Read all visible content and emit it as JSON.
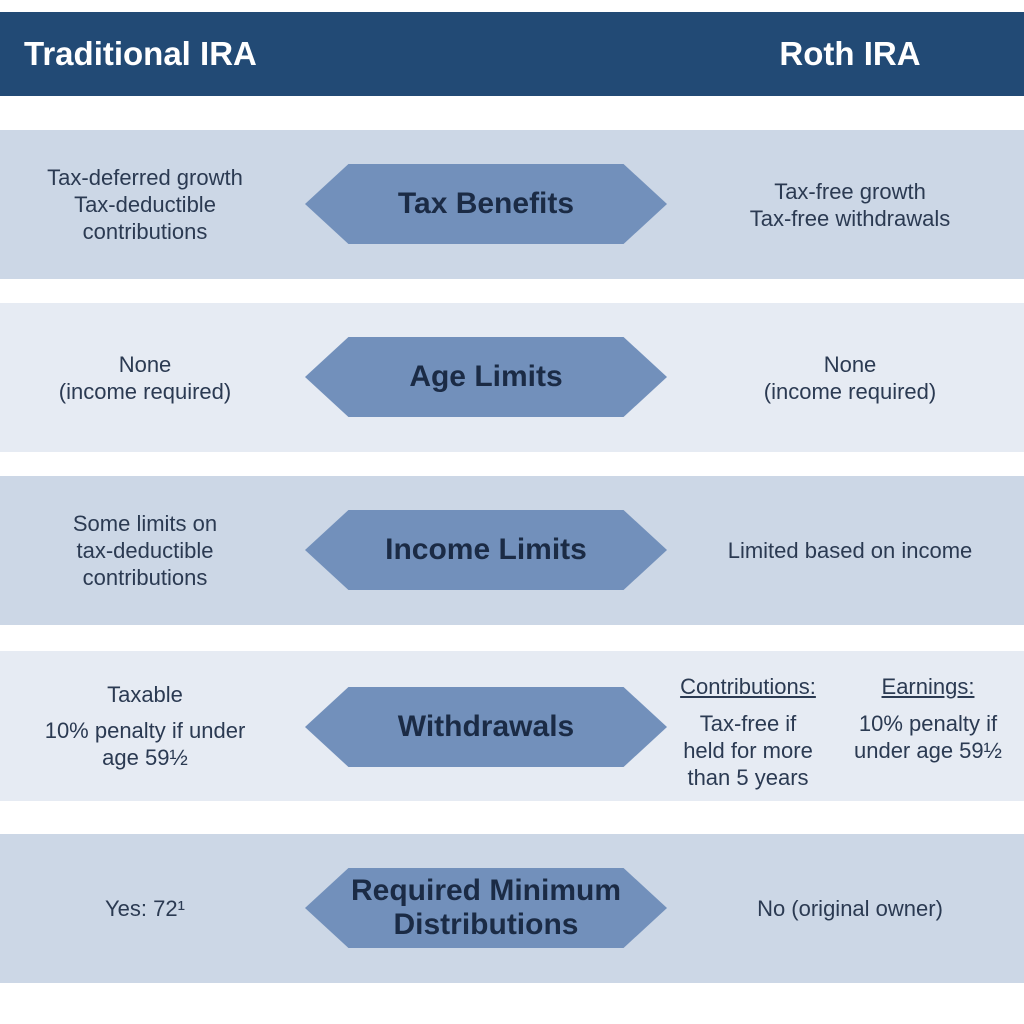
{
  "header": {
    "left_title": "Traditional IRA",
    "right_title": "Roth IRA"
  },
  "rows": [
    {
      "label": "Tax Benefits",
      "traditional": [
        "Tax-deferred growth",
        "Tax-deductible",
        "contributions"
      ],
      "roth": [
        "Tax-free growth",
        "Tax-free withdrawals"
      ]
    },
    {
      "label": "Age Limits",
      "traditional": [
        "None",
        "(income required)"
      ],
      "roth": [
        "None",
        "(income required)"
      ]
    },
    {
      "label": "Income Limits",
      "traditional": [
        "Some limits on",
        "tax-deductible",
        "contributions"
      ],
      "roth": [
        "Limited based on income"
      ]
    },
    {
      "label": "Withdrawals",
      "traditional": [
        "Taxable",
        "10% penalty if under",
        "age 59½"
      ],
      "roth_contributions": {
        "heading": "Contributions:",
        "lines": [
          "Tax-free if",
          "held for more",
          "than 5 years"
        ]
      },
      "roth_earnings": {
        "heading": "Earnings:",
        "lines": [
          "10% penalty if",
          "under age 59½"
        ]
      }
    },
    {
      "label": "Required Minimum\nDistributions",
      "traditional": [
        "Yes: 72¹"
      ],
      "roth": [
        "No (original owner)"
      ]
    }
  ],
  "colors": {
    "header": "#224a75",
    "row_dark": "#ccd7e6",
    "row_light": "#e6ebf3",
    "hexagon": "#7290bb"
  }
}
